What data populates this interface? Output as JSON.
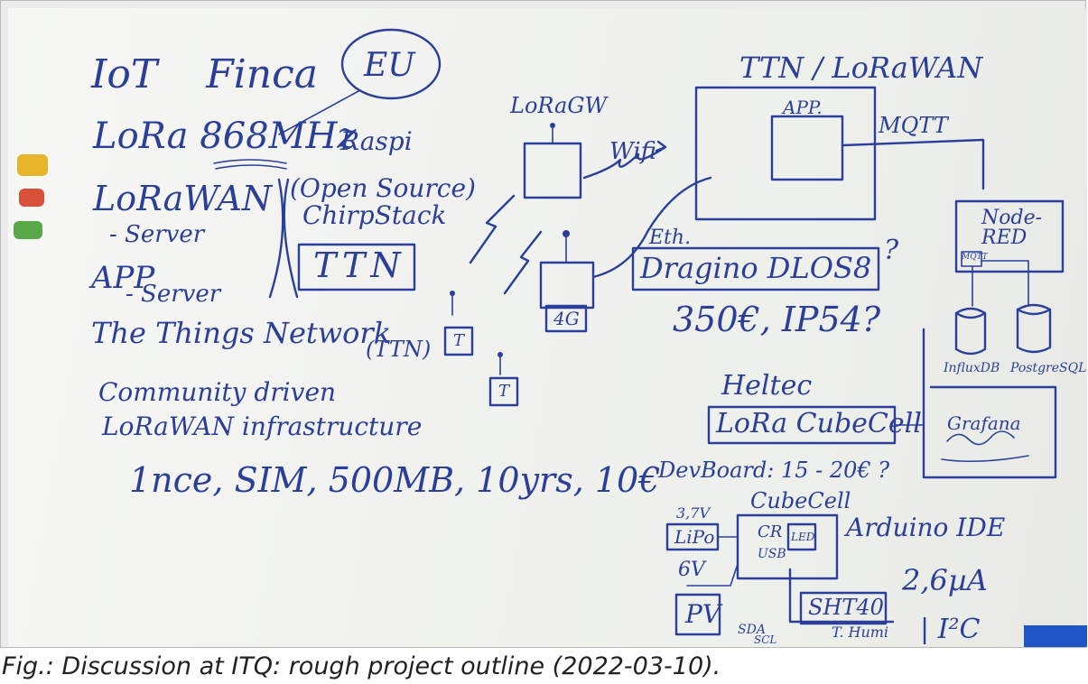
{
  "whiteboard": {
    "title": "IoT Finca",
    "title_note": "EU",
    "lora": "LoRa 868MHz",
    "raspi": "Raspi",
    "lorawan": "LoRaWAN",
    "server": "- Server",
    "app": "APP",
    "app_server": "- Server",
    "open_source": "(Open Source)",
    "chirpstack": "ChirpStack",
    "ttn_box": "TTN",
    "ttn_network": "The Things Network",
    "ttn_abbr": "(TTN)",
    "community": "Community driven",
    "infrastructure": "LoRaWAN infrastructure",
    "sim_line": "1nce, SIM, 500MB, 10yrs, 10€",
    "lora_gw": "LoRaGW",
    "wifi": "Wifi",
    "fourg": "4G",
    "ttn_lorawan": "TTN / LoRaWAN",
    "app_box": "APP.",
    "mqtt": "MQTT",
    "eth": "Eth.",
    "dragino": "Dragino DLOS8",
    "dragino_q": "?",
    "price": "350€, IP54?",
    "node_red": "Node-RED",
    "mqtt_small": "MQTT",
    "influxdb": "InfluxDB",
    "postgres": "PostgreSQL",
    "grafana": "Grafana",
    "heltec": "Heltec",
    "cubecell_box": "LoRa CubeCell",
    "devboard": "DevBoard: 15 - 20€ ?",
    "cubecell": "CubeCell",
    "voltage": "3,7V",
    "lipo": "LiPo",
    "cr": "CR",
    "usb": "USB",
    "led": "LED",
    "arduino": "Arduino IDE",
    "sixv": "6V",
    "pv": "PV",
    "sht40": "SHT40",
    "current": "2,6µA",
    "sda": "SDA",
    "scl": "SCL",
    "temp": "T. Humi",
    "i2c": "| I²C",
    "node_t": "T"
  },
  "caption": "Fig.: Discussion at ITQ: rough project outline (2022-03-10).",
  "colors": {
    "ink": "#2b3f9a",
    "magnet_yellow": "#e8b52a",
    "magnet_red": "#d8503a",
    "magnet_green": "#58a84a",
    "bar": "#2055c8"
  }
}
